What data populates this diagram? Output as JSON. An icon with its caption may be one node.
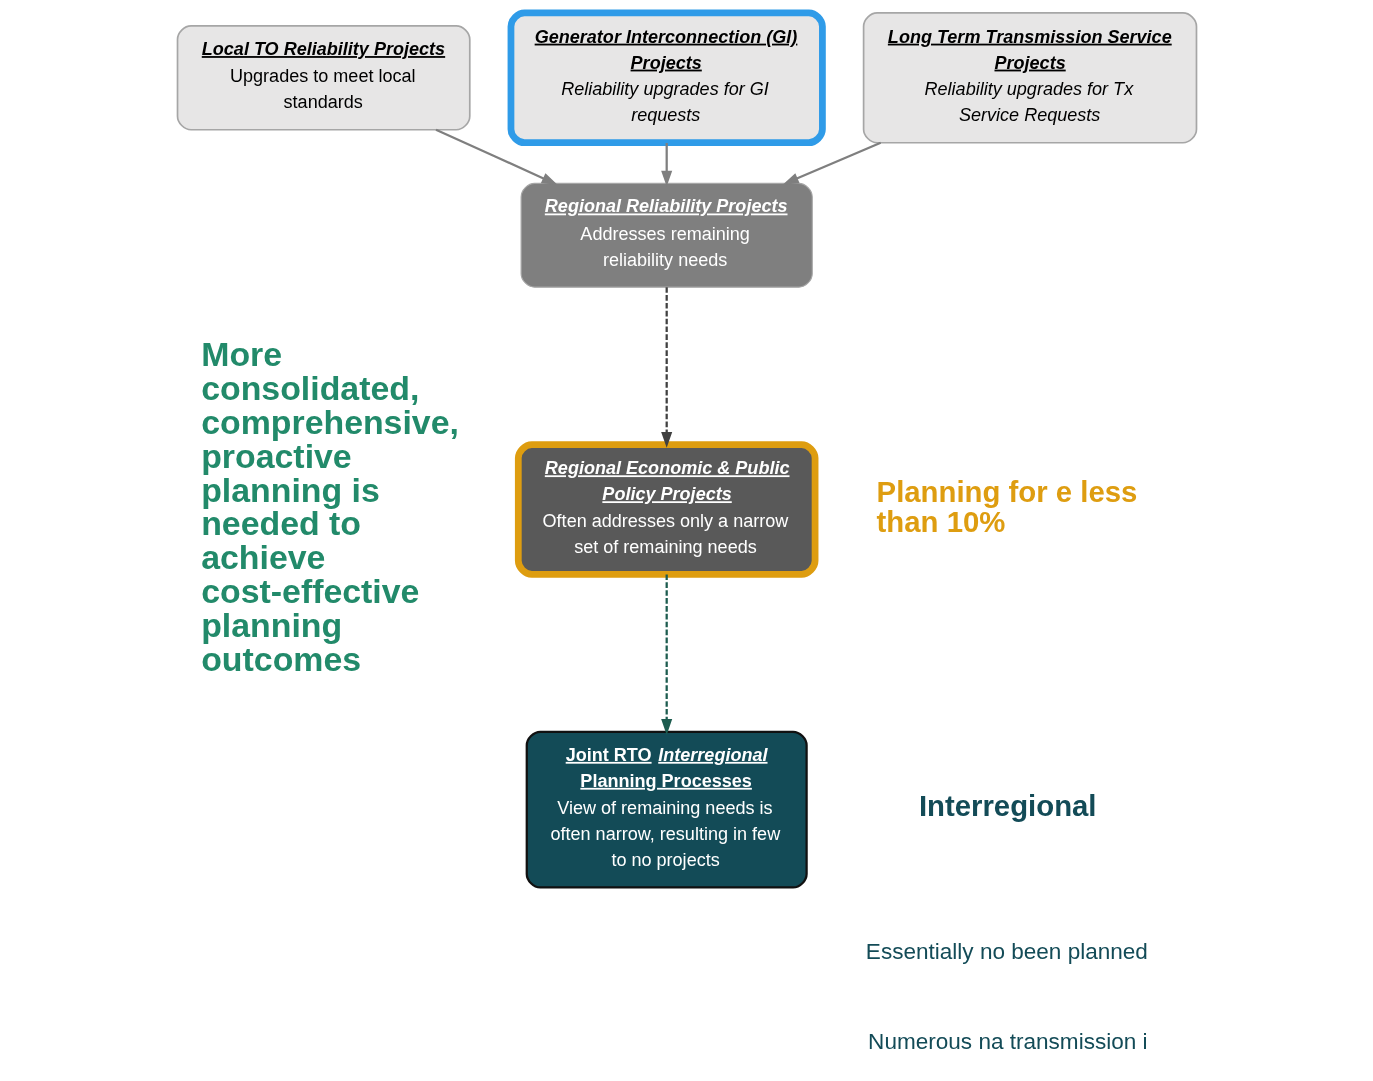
{
  "diagram": {
    "nodes": [
      {
        "text": [
          "Local TO Reliability Projects",
          "Upgrades to meet local standards"
        ]
      },
      {
        "text": [
          "Generator Interconnection (GI) Projects",
          "Reliability upgrades for GI requests"
        ]
      },
      {
        "text": [
          "Long Term Transmission Service Projects",
          "Reliability upgrades for Tx Service Requests"
        ]
      },
      {
        "text": [
          "Regional Reliability Projects",
          "Addresses remaining reliability needs"
        ]
      },
      {
        "text": [
          "Regional Economic & Public Policy Projects",
          "Often addresses only a narrow set of remaining needs"
        ]
      },
      {
        "text": [
          "Joint RTO *Interregional* Planning Processes",
          "View of remaining needs is often narrow, resulting in few to no projects"
        ]
      }
    ],
    "edges": [
      {
        "from": 0,
        "to": 3,
        "arrow": "to"
      },
      {
        "from": 1,
        "to": 3,
        "arrow": "to"
      },
      {
        "from": 2,
        "to": 3,
        "arrow": "to"
      },
      {
        "from": 3,
        "to": 4,
        "arrow": "to",
        "style": "dashed",
        "color": "#404040"
      },
      {
        "from": 4,
        "to": 5,
        "arrow": "to",
        "style": "dashed",
        "color": "#1d5c4f"
      }
    ],
    "labels": [
      "More consolidated, comprehensive, proactive planning is needed to achieve cost-effective planning outcomes",
      "Planning for e less than 10%",
      "Interregional",
      "Essentially no been planned",
      "Numerous na transmission i"
    ]
  }
}
